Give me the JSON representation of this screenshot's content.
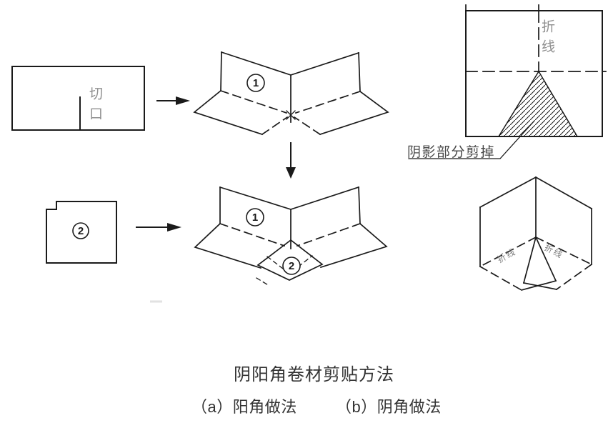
{
  "colors": {
    "line": "#1a1a1a",
    "muted": "#8f8f8f",
    "caption": "#333333",
    "note": "#474747",
    "bg": "#ffffff"
  },
  "figure": {
    "title": "阴阳角卷材剪贴方法",
    "caption_a": "（a）阳角做法",
    "caption_b": "（b）阴角做法"
  },
  "labels": {
    "cut_notch": "切口",
    "fold_line": "折线",
    "shaded_cut_note": "阴影部分剪掉",
    "fold_line_left": "折线",
    "fold_line_right": "折线",
    "piece1": "1",
    "piece2": "2"
  }
}
